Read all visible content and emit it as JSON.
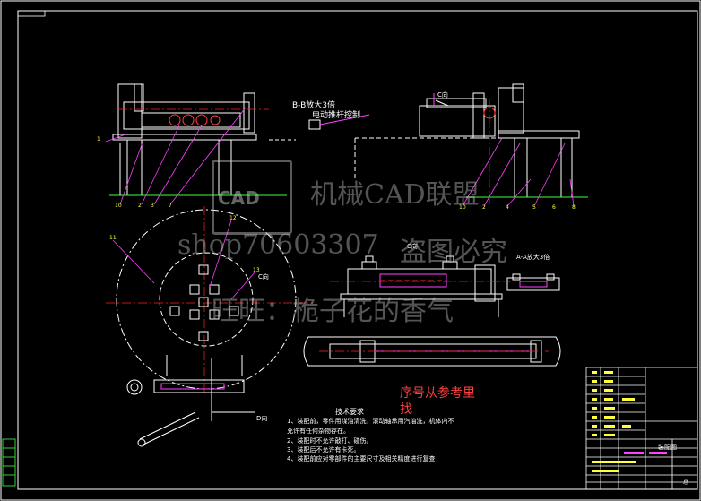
{
  "drawing": {
    "view_label_bb": "B-B放大3倍",
    "label_motor": "电动推杆控制",
    "label_c_top": "C向",
    "label_c_mid": "C向",
    "label_aa": "A-A放大3倍",
    "label_d": "D向",
    "label_c_bottom": "C向",
    "label_seq_line1": "序号从参考里",
    "label_seq_line2": "找",
    "tech_title": "技术要求",
    "tech_lines": [
      "1、装配前，零件用煤油清洗，滚动轴承用汽油洗，机体内不",
      "允许有任何杂物存在。",
      "2、装配时不允许敲打、碰伤。",
      "3、装配后不允许有卡死。",
      "4、装配前应对零部件的主要尺寸及相关精度进行复查"
    ],
    "part_numbers": [
      "1",
      "10",
      "2",
      "3",
      "7",
      "11",
      "12",
      "13",
      "10",
      "2",
      "4",
      "5",
      "6",
      "8"
    ]
  },
  "title_block": {
    "title": "装配图",
    "sheet": "总"
  },
  "watermark": {
    "brand": "机械CAD联盟",
    "shop": "shop70603307",
    "slogan": "盗图必究",
    "contact": "旺旺：桅子花的香气",
    "logo": "CAD"
  },
  "colors": {
    "background": "#000000",
    "frame": "#ffffff",
    "part": "#ffffff",
    "centerline": "#ff2020",
    "leader": "#ff40ff",
    "text_yellow": "#ffff40",
    "text_magenta": "#ff40ff",
    "note_red": "#ff4040",
    "green": "#40ff40"
  }
}
